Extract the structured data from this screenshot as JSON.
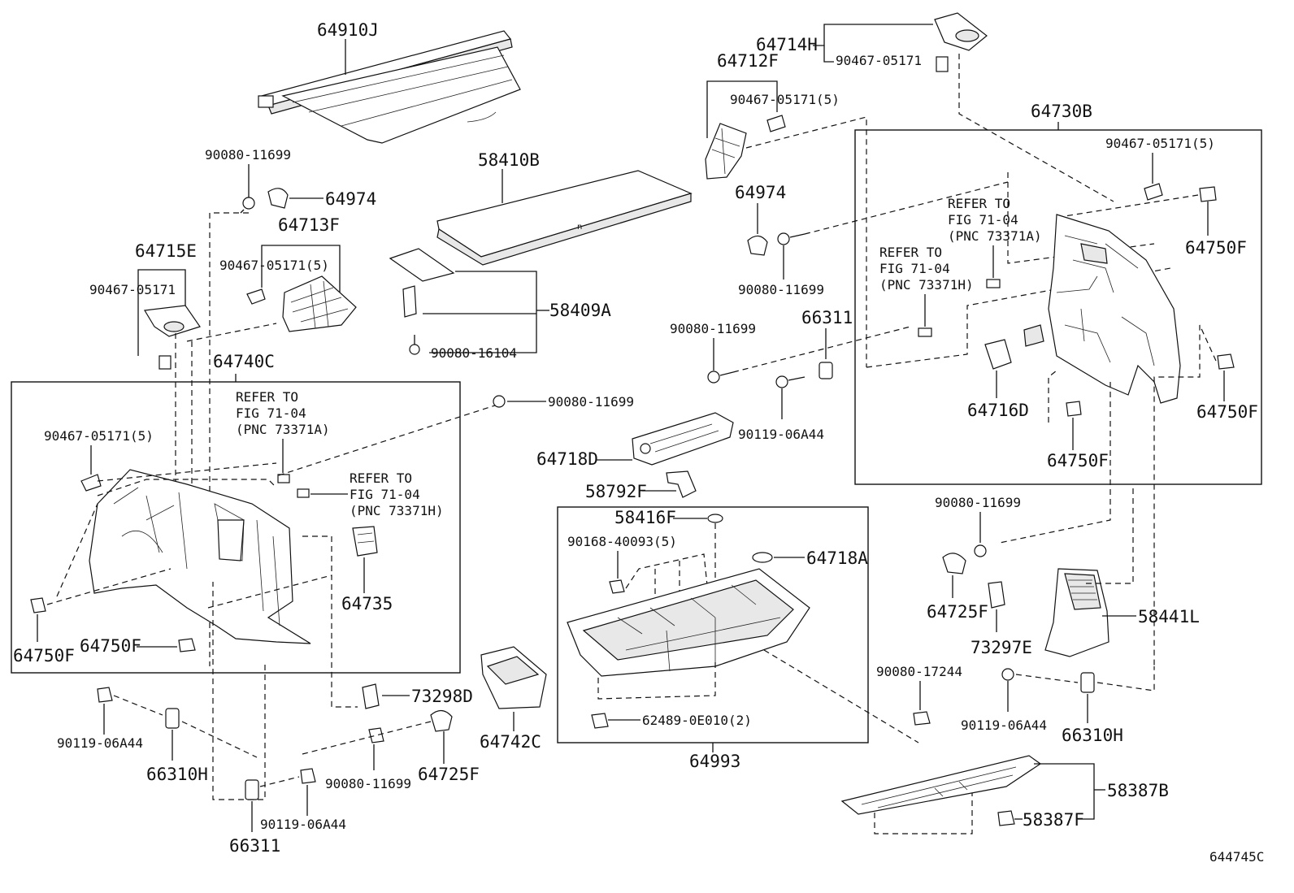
{
  "diagram_id": "644745C",
  "labels": {
    "p64910J": "64910J",
    "p58410B": "58410B",
    "p58409A": "58409A",
    "s90080_16104": "90080-16104",
    "s90080_11699_a": "90080-11699",
    "p64974_a": "64974",
    "p64713F": "64713F",
    "s90467_05171_5_a": "90467-05171(5)",
    "p64715E": "64715E",
    "s90467_05171_a": "90467-05171",
    "p64740C": "64740C",
    "s90080_11699_b": "90080-11699",
    "s90467_05171_5_b": "90467-05171(5)",
    "p64735": "64735",
    "p64750F_a": "64750F",
    "p64750F_b": "64750F",
    "p73298D": "73298D",
    "s90119_06A44_a": "90119-06A44",
    "p66310H_a": "66310H",
    "s90080_11699_c": "90080-11699",
    "p64725F_a": "64725F",
    "p64742C": "64742C",
    "s90119_06A44_b": "90119-06A44",
    "p66311_a": "66311",
    "p64714H": "64714H",
    "s90467_05171_b": "90467-05171",
    "p64712F": "64712F",
    "s90467_05171_5_c": "90467-05171(5)",
    "p64974_b": "64974",
    "s90080_11699_d": "90080-11699",
    "s90080_11699_e": "90080-11699",
    "p66311_b": "66311",
    "s90119_06A44_c": "90119-06A44",
    "p64718D": "64718D",
    "p58792F": "58792F",
    "p58416F": "58416F",
    "s90168_40093_5": "90168-40093(5)",
    "p64718A": "64718A",
    "s62489_0E010_2": "62489-0E010(2)",
    "p64993": "64993",
    "p64730B": "64730B",
    "s90467_05171_5_d": "90467-05171(5)",
    "p64750F_c": "64750F",
    "p64750F_d": "64750F",
    "p64750F_e": "64750F",
    "p64716D": "64716D",
    "s90080_11699_f": "90080-11699",
    "p64725F_b": "64725F",
    "p73297E": "73297E",
    "p58441L": "58441L",
    "s90080_17244": "90080-17244",
    "s90119_06A44_d": "90119-06A44",
    "p66310H_b": "66310H",
    "p58387B": "58387B",
    "p58387F": "58387F"
  },
  "refer_notes": {
    "left_a": [
      "REFER TO",
      "FIG 71-04",
      "(PNC 73371A)"
    ],
    "left_h": [
      "REFER TO",
      "FIG 71-04",
      "(PNC 73371H)"
    ],
    "right_a": [
      "REFER TO",
      "FIG 71-04",
      "(PNC 73371A)"
    ],
    "right_h": [
      "REFER TO",
      "FIG 71-04",
      "(PNC 73371H)"
    ]
  }
}
